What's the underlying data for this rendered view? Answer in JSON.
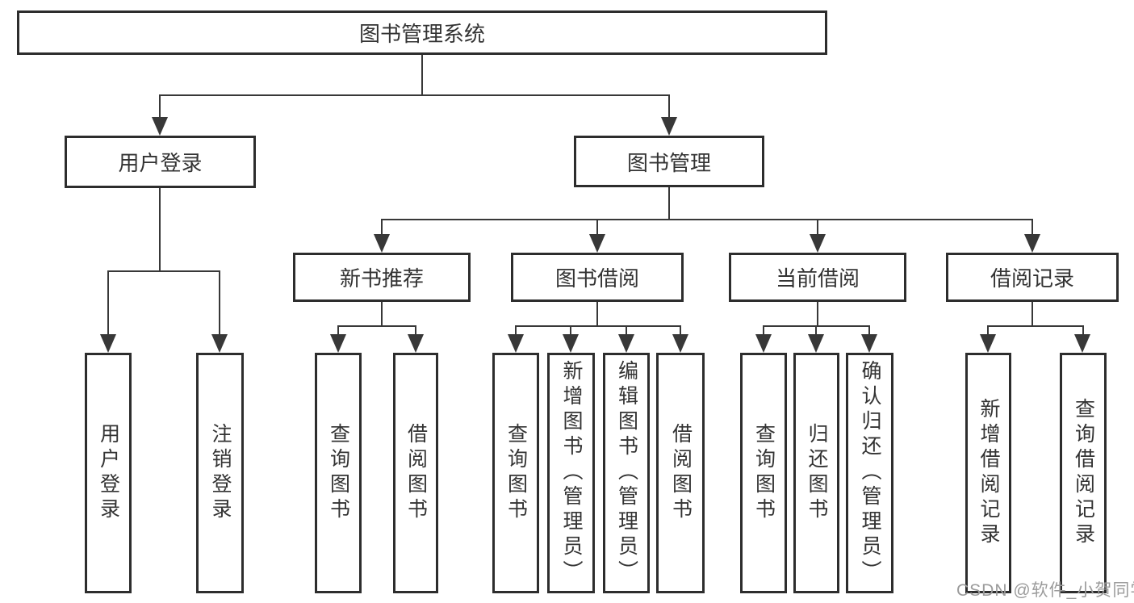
{
  "tree": {
    "root": {
      "label": "图书管理系统",
      "children": [
        {
          "label": "用户登录",
          "children": [
            {
              "label": "用户登录"
            },
            {
              "label": "注销登录"
            }
          ]
        },
        {
          "label": "图书管理",
          "children": [
            {
              "label": "新书推荐",
              "children": [
                {
                  "label": "查询图书"
                },
                {
                  "label": "借阅图书"
                }
              ]
            },
            {
              "label": "图书借阅",
              "children": [
                {
                  "label": "查询图书"
                },
                {
                  "label": "新增图书（管理员）"
                },
                {
                  "label": "编辑图书（管理员）"
                },
                {
                  "label": "借阅图书"
                }
              ]
            },
            {
              "label": "当前借阅",
              "children": [
                {
                  "label": "查询图书"
                },
                {
                  "label": "归还图书"
                },
                {
                  "label": "确认归还（管理员）"
                }
              ]
            },
            {
              "label": "借阅记录",
              "children": [
                {
                  "label": "新增借阅记录"
                },
                {
                  "label": "查询借阅记录"
                }
              ]
            }
          ]
        }
      ]
    }
  },
  "watermark": {
    "text": "CSDN @软件_小贺同学",
    "color": "#9b9b9b"
  },
  "colors": {
    "line": "#383838",
    "box_border": "#2d2d2d",
    "text": "#333333",
    "background": "#ffffff",
    "watermark": "#9b9b9b"
  }
}
